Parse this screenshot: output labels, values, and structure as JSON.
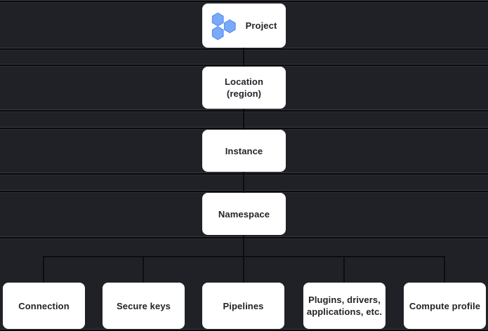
{
  "hierarchy": {
    "levels": [
      {
        "id": "project",
        "label": "Project"
      },
      {
        "id": "location",
        "label": "Location\n(region)"
      },
      {
        "id": "instance",
        "label": "Instance"
      },
      {
        "id": "namespace",
        "label": "Namespace"
      }
    ],
    "children": [
      {
        "id": "connection",
        "label": "Connection"
      },
      {
        "id": "secure-keys",
        "label": "Secure keys"
      },
      {
        "id": "pipelines",
        "label": "Pipelines"
      },
      {
        "id": "plugins",
        "label": "Plugins, drivers,\napplications, etc."
      },
      {
        "id": "compute-profile",
        "label": "Compute profile"
      }
    ]
  },
  "icons": {
    "project": "hexagons-cluster-icon"
  },
  "colors": {
    "bg": "#202126",
    "sep": "#070809",
    "conn": "#0c0d10",
    "boxbg": "#ffffff",
    "boxtext": "#222428",
    "hexfill": "#7aa9f8",
    "hexstroke": "#528ef6"
  }
}
